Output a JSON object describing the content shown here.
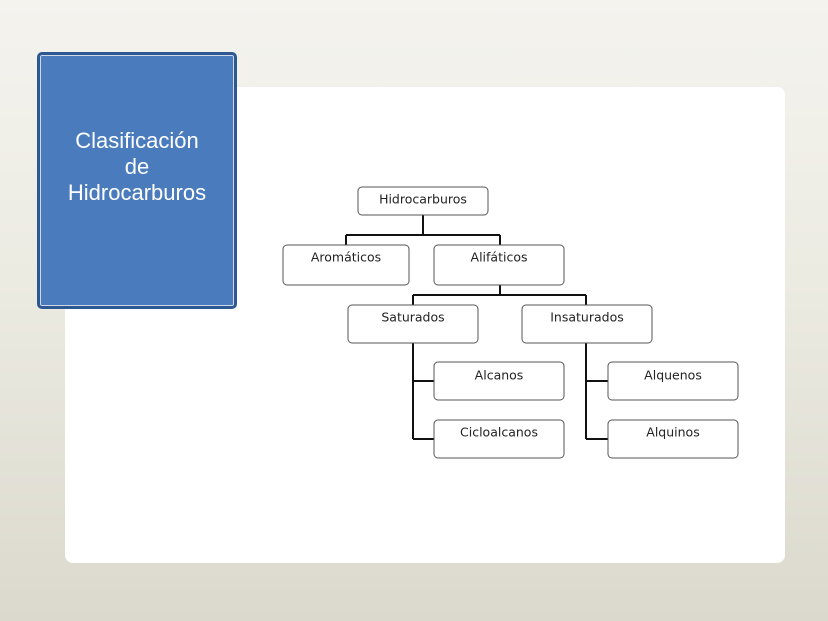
{
  "slide": {
    "title": "Clasificación\nde\nHidrocarburos"
  },
  "diagram": {
    "root": "Hidrocarburos",
    "level1": [
      "Aromáticos",
      "Alifáticos"
    ],
    "level2": [
      "Saturados",
      "Insaturados"
    ],
    "saturados_children": [
      "Alcanos",
      "Cicloalcanos"
    ],
    "insaturados_children": [
      "Alquenos",
      "Alquinos"
    ]
  },
  "colors": {
    "title_fill": "#4a7cbd",
    "title_border": "#2d5891",
    "panel": "#ffffff"
  }
}
